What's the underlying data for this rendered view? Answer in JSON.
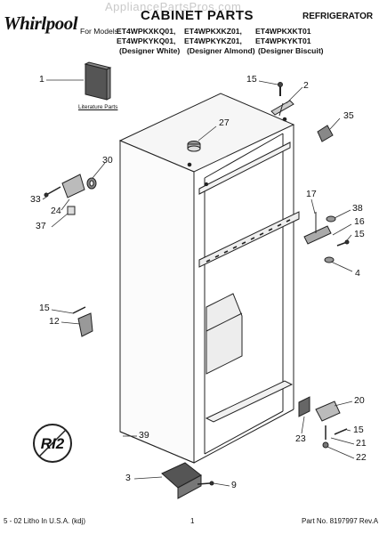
{
  "header": {
    "watermark": "AppliancePartsPros.com",
    "brand": "Whirlpool",
    "title": "CABINET PARTS",
    "appliance": "REFRIGERATOR",
    "models_label": "For Models:",
    "models": [
      "ET4WPKXKQ01,",
      "ET4WPKXKZ01,",
      "ET4WPKXKT01",
      "ET4WPKYKQ01,",
      "ET4WPKYKZ01,",
      "ET4WPKYKT01"
    ],
    "variants": [
      "(Designer White)",
      "(Designer Almond)",
      "(Designer Biscuit)"
    ]
  },
  "diagram": {
    "literature_label": "Literature Parts",
    "badge_text": "RI2",
    "callouts": {
      "c1": "1",
      "c2": "2",
      "c3": "3",
      "c4": "4",
      "c9": "9",
      "c12": "12",
      "c15a": "15",
      "c15b": "15",
      "c15c": "15",
      "c15d": "15",
      "c16": "16",
      "c17": "17",
      "c20": "20",
      "c21": "21",
      "c22": "22",
      "c23": "23",
      "c24": "24",
      "c27": "27",
      "c30": "30",
      "c33": "33",
      "c35": "35",
      "c37": "37",
      "c38": "38",
      "c39": "39"
    }
  },
  "footer": {
    "left": "5 - 02 Litho In U.S.A. (kdj)",
    "page": "1",
    "part_no": "Part No. 8197997 Rev.A"
  }
}
